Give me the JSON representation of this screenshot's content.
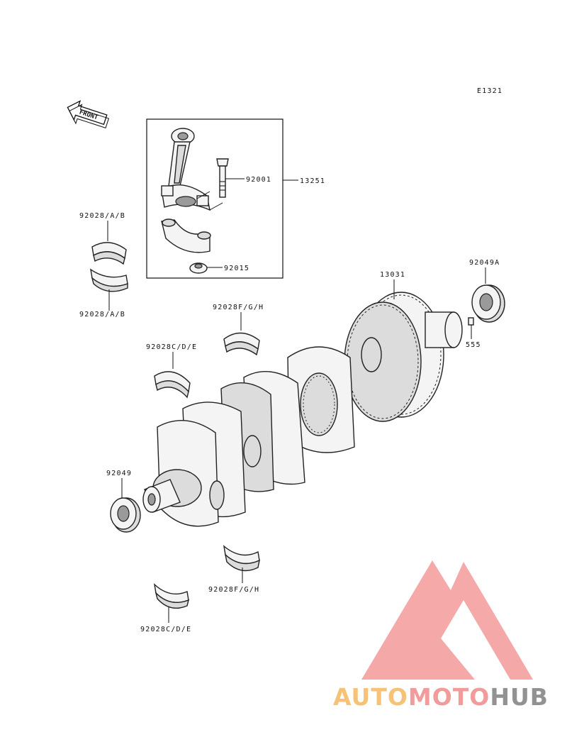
{
  "diagram_code": "E1321",
  "front_label": "FRONT",
  "labels": {
    "conrod_assy": "13251",
    "conrod_bolt": "92001",
    "conrod_nut": "92015",
    "bearing_upper_left": "92028/A/B",
    "bearing_lower_left": "92028/A/B",
    "bearing_fgh_top": "92028F/G/H",
    "bearing_cde_top": "92028C/D/E",
    "crankshaft": "13031",
    "oil_seal_right": "92049A",
    "pin": "555",
    "oil_seal_left": "92049",
    "bearing_fgh_bottom": "92028F/G/H",
    "bearing_cde_bottom": "92028C/D/E"
  },
  "watermark": {
    "part1": "AUTO",
    "part2": "MOTO",
    "part3": "HUB",
    "colors": {
      "orange": "#f5b95f",
      "red": "#f08a8a",
      "gray": "#808080",
      "triangle": "#f39a9a"
    }
  }
}
